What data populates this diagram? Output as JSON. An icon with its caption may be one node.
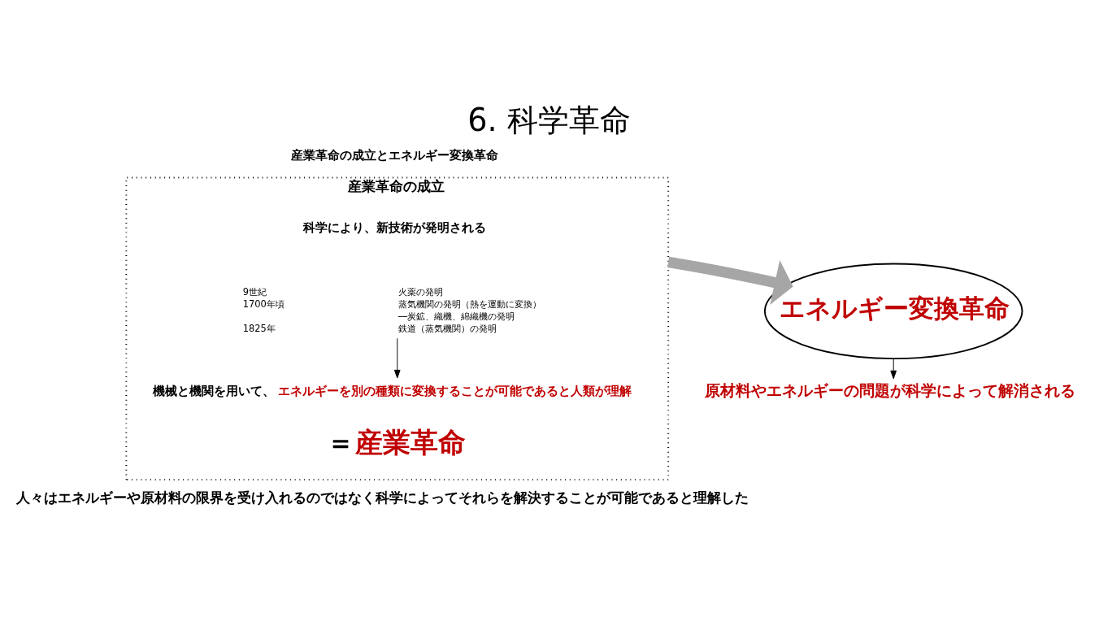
{
  "diagram": {
    "title": "6. 科学革命",
    "caption": "人々はエネルギーや原材料の限界を受け入れるのではなく科学によってそれらを解決することが可能であると理解した",
    "nodes": [
      {
        "text": [
          "産業革命の成立"
        ]
      },
      {
        "text": [
          "科学により、新技術が発明される"
        ],
        "in": 0
      },
      {
        "text": [
          "9世紀",
          "火薬の発明",
          "1700年頃",
          "蒸気機関の発明（熱を運動に変換）",
          "―炭鉱、織機、綿織機の発明",
          "1825年",
          "鉄道（蒸気機関）の発明"
        ],
        "in": 0
      },
      {
        "text": [
          "機械と機関を用いて、",
          "エネルギーを別の種類に変換することが可能であると人類が理解"
        ],
        "in": 0
      },
      {
        "text": [
          "＝",
          "産業革命"
        ],
        "in": 0
      },
      {
        "text": [
          "エネルギー変換革命"
        ]
      },
      {
        "text": [
          "原材料やエネルギーの問題が科学によって解消される"
        ]
      }
    ],
    "edges": [
      {
        "from": 2,
        "to": 3,
        "arrow": "to"
      },
      {
        "from": 0,
        "to": 5,
        "arrow": "to",
        "style": "thick",
        "color": "#a6a6a6"
      },
      {
        "from": 5,
        "to": 6,
        "arrow": "to"
      }
    ],
    "labels": [
      "産業革命の成立とエネルギー変換革命"
    ]
  }
}
